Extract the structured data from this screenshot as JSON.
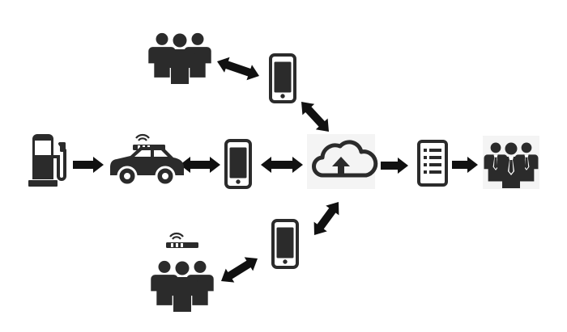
{
  "diagram": {
    "nodes": [
      {
        "id": "fuel",
        "icon": "fuel-pump-icon"
      },
      {
        "id": "car",
        "icon": "connected-car-icon"
      },
      {
        "id": "phone_center",
        "icon": "smartphone-icon"
      },
      {
        "id": "cloud",
        "icon": "cloud-upload-icon"
      },
      {
        "id": "report",
        "icon": "document-list-icon"
      },
      {
        "id": "business",
        "icon": "business-people-icon"
      },
      {
        "id": "phone_top",
        "icon": "smartphone-icon"
      },
      {
        "id": "crowd_top",
        "icon": "people-group-icon"
      },
      {
        "id": "phone_bottom",
        "icon": "smartphone-icon"
      },
      {
        "id": "crowd_bottom",
        "icon": "connected-people-group-icon"
      }
    ],
    "edges": [
      {
        "from": "fuel",
        "to": "car",
        "direction": "one-way"
      },
      {
        "from": "car",
        "to": "phone_center",
        "direction": "two-way"
      },
      {
        "from": "phone_center",
        "to": "cloud",
        "direction": "two-way"
      },
      {
        "from": "cloud",
        "to": "report",
        "direction": "one-way"
      },
      {
        "from": "report",
        "to": "business",
        "direction": "one-way"
      },
      {
        "from": "crowd_top",
        "to": "phone_top",
        "direction": "two-way"
      },
      {
        "from": "phone_top",
        "to": "cloud",
        "direction": "two-way"
      },
      {
        "from": "cloud",
        "to": "phone_bottom",
        "direction": "two-way"
      },
      {
        "from": "phone_bottom",
        "to": "crowd_bottom",
        "direction": "two-way"
      }
    ],
    "colors": {
      "icon": "#2b2b2b",
      "arrow": "#111111",
      "cloud_panel": "#f4f4f4"
    }
  }
}
